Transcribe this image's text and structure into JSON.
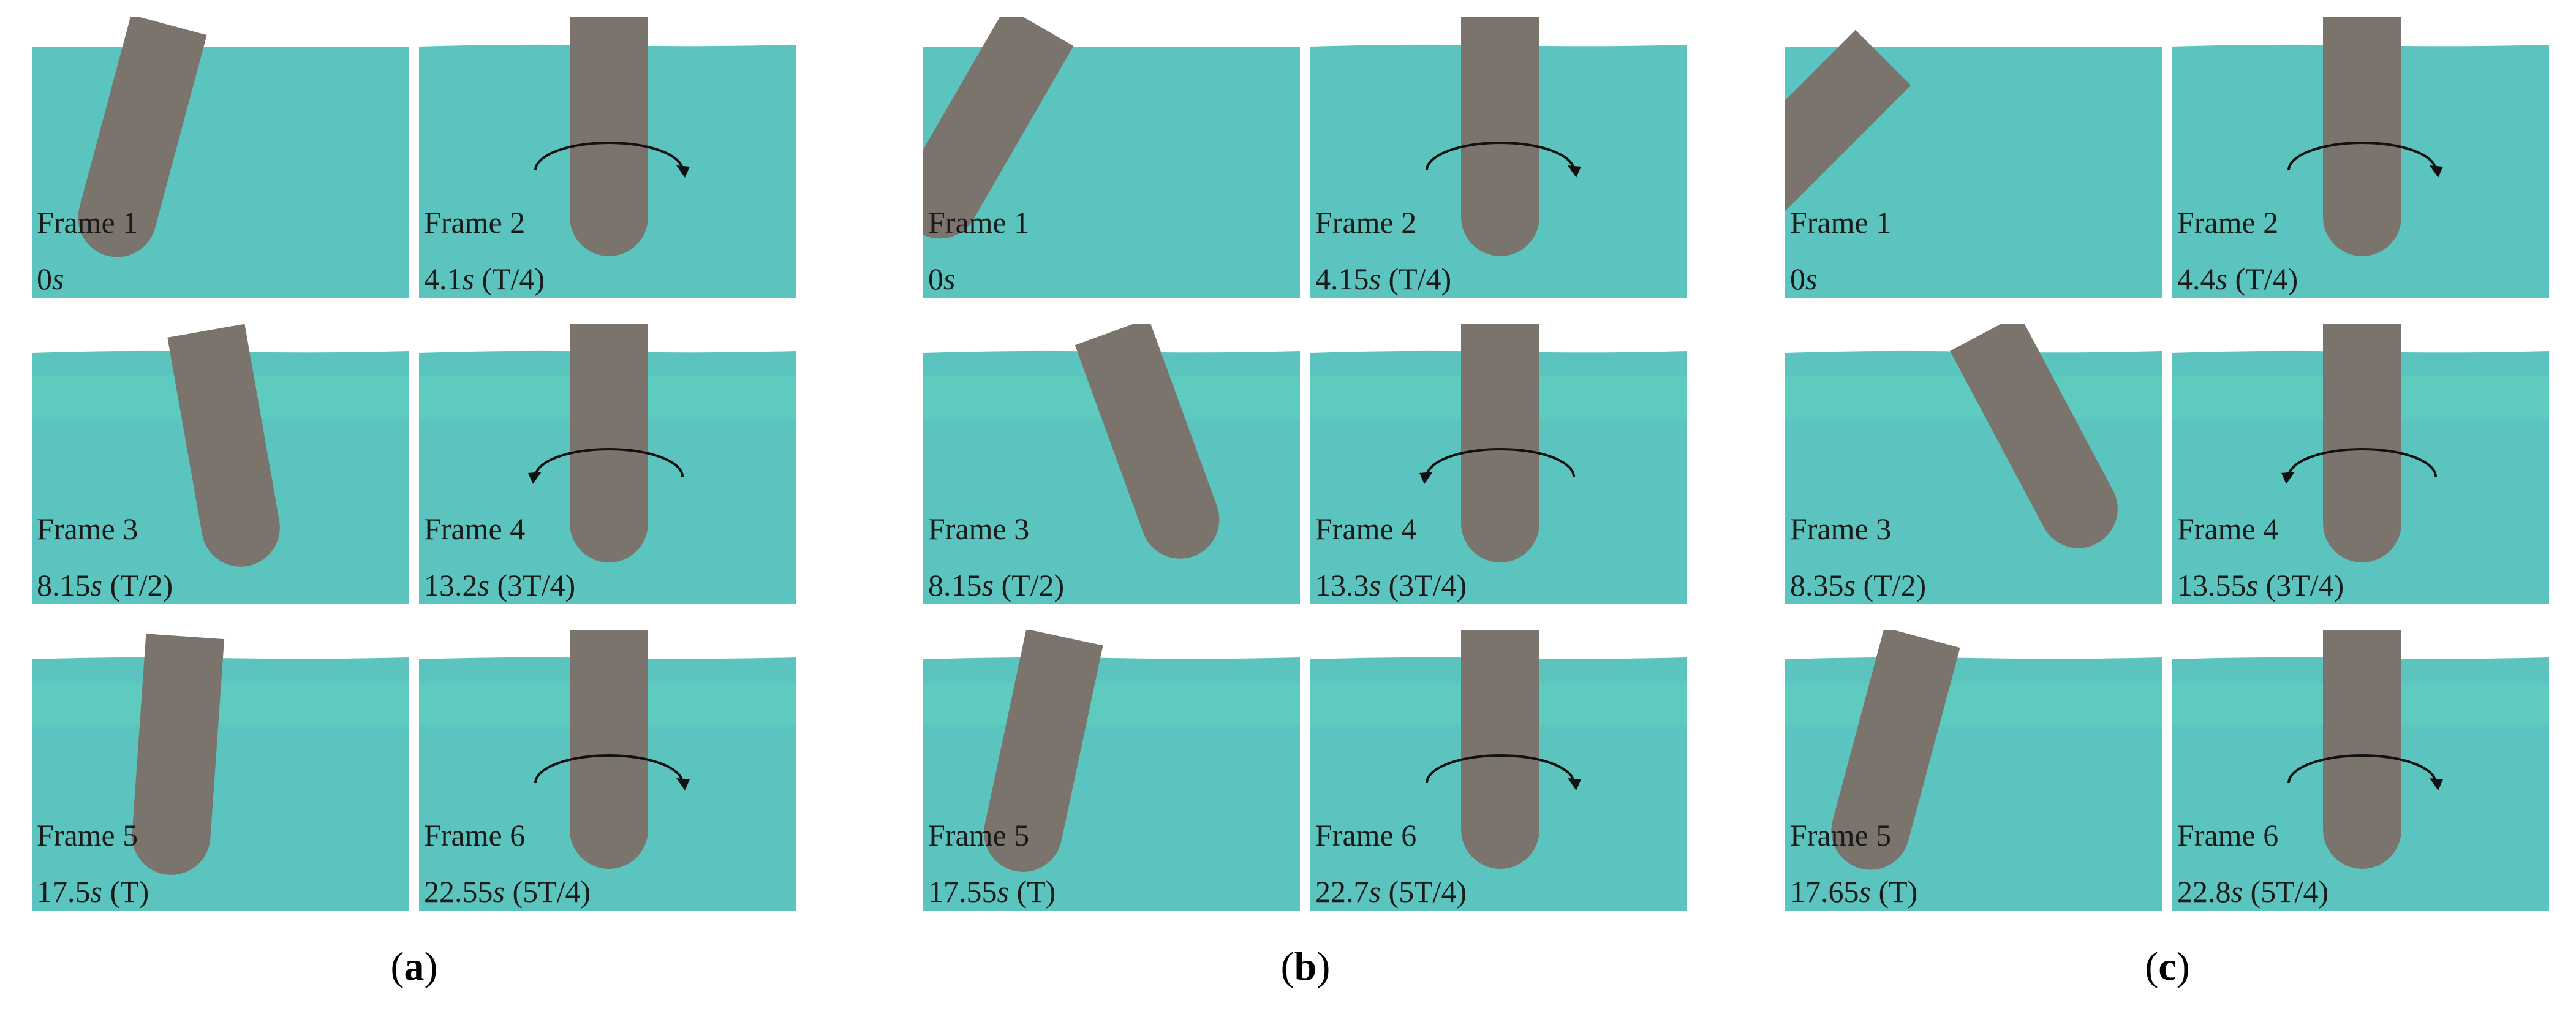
{
  "colors": {
    "water": "#5cc4be",
    "water_band": "#61d1c0",
    "pile": "#7a746c",
    "arrow": "#111111",
    "text": "#1a1a1a"
  },
  "groups": [
    {
      "label": "a",
      "frames": [
        {
          "frame": "Frame 1",
          "time_value": "0",
          "time_unit": "s",
          "time_phase": "",
          "arrow": "none",
          "tilt_deg": 15
        },
        {
          "frame": "Frame 2",
          "time_value": "4.1",
          "time_unit": "s",
          "time_phase": " (T/4)",
          "arrow": "cw",
          "tilt_deg": 0
        },
        {
          "frame": "Frame 3",
          "time_value": "8.15",
          "time_unit": "s",
          "time_phase": " (T/2)",
          "arrow": "none",
          "tilt_deg": -10
        },
        {
          "frame": "Frame 4",
          "time_value": "13.2",
          "time_unit": "s",
          "time_phase": " (3T/4)",
          "arrow": "ccw",
          "tilt_deg": 0
        },
        {
          "frame": "Frame 5",
          "time_value": "17.5",
          "time_unit": "s",
          "time_phase": " (T)",
          "arrow": "none",
          "tilt_deg": 4
        },
        {
          "frame": "Frame 6",
          "time_value": "22.55",
          "time_unit": "s",
          "time_phase": " (5T/4)",
          "arrow": "cw",
          "tilt_deg": 0
        }
      ]
    },
    {
      "label": "b",
      "frames": [
        {
          "frame": "Frame 1",
          "time_value": "0",
          "time_unit": "s",
          "time_phase": "",
          "arrow": "none",
          "tilt_deg": 30
        },
        {
          "frame": "Frame 2",
          "time_value": "4.15",
          "time_unit": "s",
          "time_phase": " (T/4)",
          "arrow": "cw",
          "tilt_deg": 0
        },
        {
          "frame": "Frame 3",
          "time_value": "8.15",
          "time_unit": "s",
          "time_phase": " (T/2)",
          "arrow": "none",
          "tilt_deg": -20
        },
        {
          "frame": "Frame 4",
          "time_value": "13.3",
          "time_unit": "s",
          "time_phase": " (3T/4)",
          "arrow": "ccw",
          "tilt_deg": 0
        },
        {
          "frame": "Frame 5",
          "time_value": "17.55",
          "time_unit": "s",
          "time_phase": " (T)",
          "arrow": "none",
          "tilt_deg": 12
        },
        {
          "frame": "Frame 6",
          "time_value": "22.7",
          "time_unit": "s",
          "time_phase": " (5T/4)",
          "arrow": "cw",
          "tilt_deg": 0
        }
      ]
    },
    {
      "label": "c",
      "frames": [
        {
          "frame": "Frame 1",
          "time_value": "0",
          "time_unit": "s",
          "time_phase": "",
          "arrow": "none",
          "tilt_deg": 45
        },
        {
          "frame": "Frame 2",
          "time_value": "4.4",
          "time_unit": "s",
          "time_phase": " (T/4)",
          "arrow": "cw",
          "tilt_deg": 0
        },
        {
          "frame": "Frame 3",
          "time_value": "8.35",
          "time_unit": "s",
          "time_phase": " (T/2)",
          "arrow": "none",
          "tilt_deg": -28
        },
        {
          "frame": "Frame 4",
          "time_value": "13.55",
          "time_unit": "s",
          "time_phase": " (3T/4)",
          "arrow": "ccw",
          "tilt_deg": 0
        },
        {
          "frame": "Frame 5",
          "time_value": "17.65",
          "time_unit": "s",
          "time_phase": " (T)",
          "arrow": "none",
          "tilt_deg": 15
        },
        {
          "frame": "Frame 6",
          "time_value": "22.8",
          "time_unit": "s",
          "time_phase": " (5T/4)",
          "arrow": "cw",
          "tilt_deg": 0
        }
      ]
    }
  ]
}
